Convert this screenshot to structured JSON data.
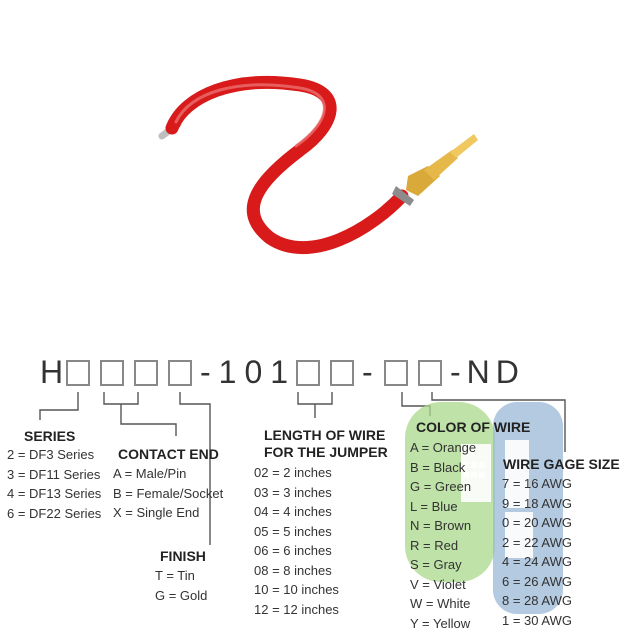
{
  "part_number": {
    "prefix": "H",
    "mid": "-101",
    "sep": "-",
    "suffix": "-ND"
  },
  "series": {
    "heading": "SERIES",
    "items": [
      "2 = DF3 Series",
      "3 = DF11 Series",
      "4 = DF13 Series",
      "6 = DF22 Series"
    ]
  },
  "contact_end": {
    "heading": "CONTACT END",
    "items": [
      "A = Male/Pin",
      "B = Female/Socket",
      "X = Single End"
    ]
  },
  "finish": {
    "heading": "FINISH",
    "items": [
      "T = Tin",
      "G = Gold"
    ]
  },
  "length": {
    "heading_line1": "LENGTH OF WIRE",
    "heading_line2": "FOR THE JUMPER",
    "items": [
      "02 = 2 inches",
      "03 = 3 inches",
      "04 = 4 inches",
      "05 = 5 inches",
      "06 = 6 inches",
      "08 = 8 inches",
      "10 = 10 inches",
      "12 = 12 inches"
    ]
  },
  "color": {
    "heading": "COLOR OF WIRE",
    "items": [
      "A = Orange",
      "B = Black",
      "G = Green",
      "L = Blue",
      "N = Brown",
      "R = Red",
      "S = Gray",
      "V = Violet",
      "W = White",
      "Y = Yellow"
    ]
  },
  "gage": {
    "heading": "WIRE GAGE SIZE",
    "items": [
      "7 = 16 AWG",
      "9 = 18 AWG",
      "0 = 20 AWG",
      "2 = 22 AWG",
      "4 = 24 AWG",
      "6 = 26 AWG",
      "8 = 28 AWG",
      "1 = 30 AWG"
    ]
  },
  "colors": {
    "wire": "#d81a1a",
    "wire_highlight": "#f06a6a",
    "gold": "#d9a93a",
    "bracket": "#555555",
    "watermark_green": "#a8d88a",
    "watermark_blue": "#9ab8d6"
  }
}
